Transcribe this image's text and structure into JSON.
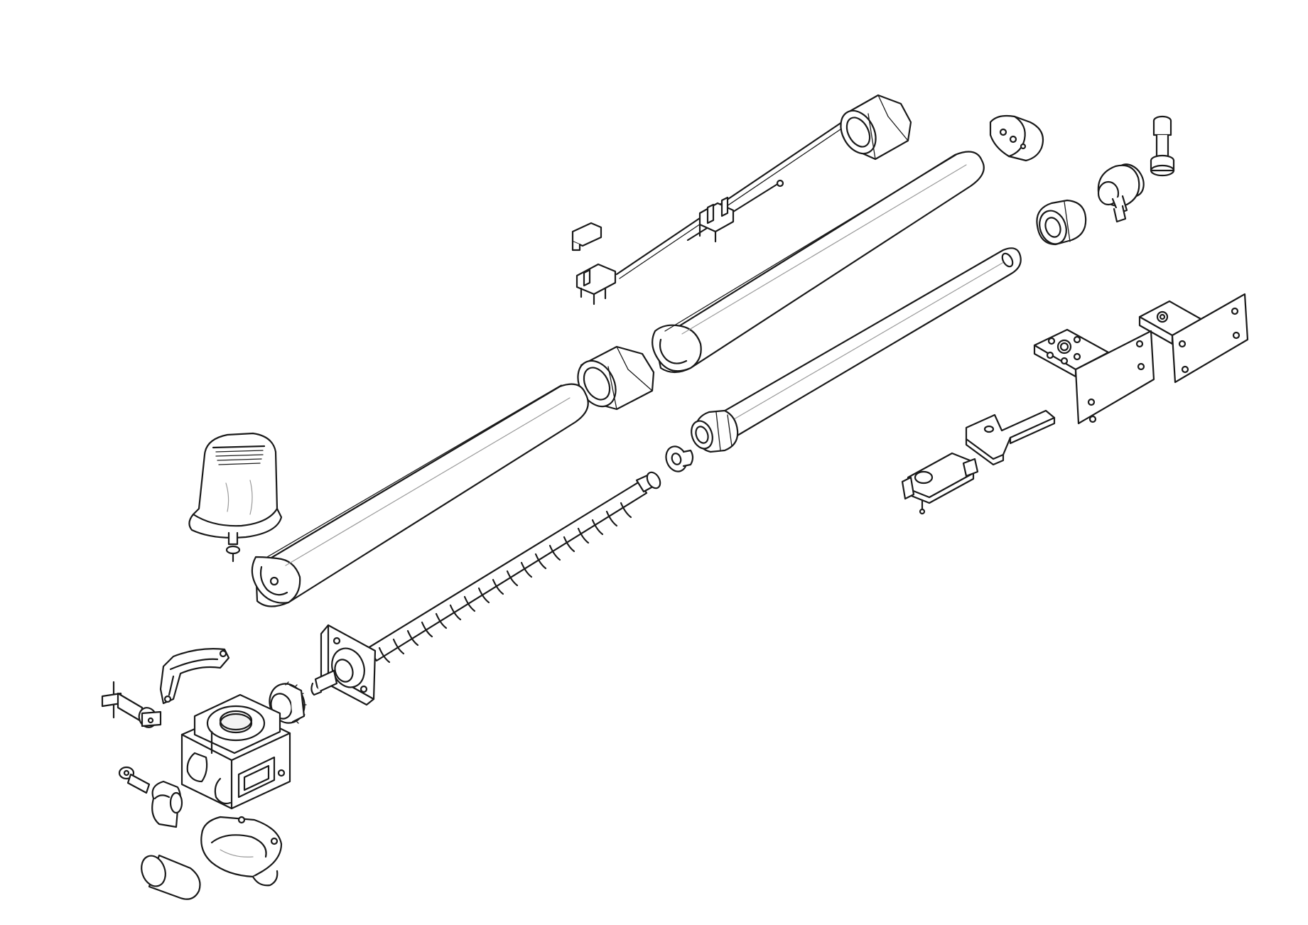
{
  "diagram": {
    "kind": "exploded-view-line-drawing",
    "colors": {
      "stroke": "#1a1a1a",
      "fill": "#ffffff",
      "shade": "#f2f2f2",
      "background": "#ffffff"
    },
    "parts": [
      "motor-cover",
      "main-housing-tube",
      "rear-housing-tube",
      "housing-joint-collar",
      "end-collar",
      "worm-screw",
      "spacer-washer",
      "inner-push-tube",
      "end-cap",
      "rear-bushing",
      "elbow-connector",
      "fork-pin",
      "limit-switch-rod",
      "gear-wheel",
      "screw-support-plate",
      "gearbox-housing",
      "gearbox-gasket",
      "release-lever-pin",
      "release-key",
      "release-collar",
      "bottom-cap",
      "cylindrical-plug",
      "front-bracket-plate",
      "front-bracket-link",
      "rear-bracket-plate",
      "rear-bracket-plate-wide"
    ]
  }
}
